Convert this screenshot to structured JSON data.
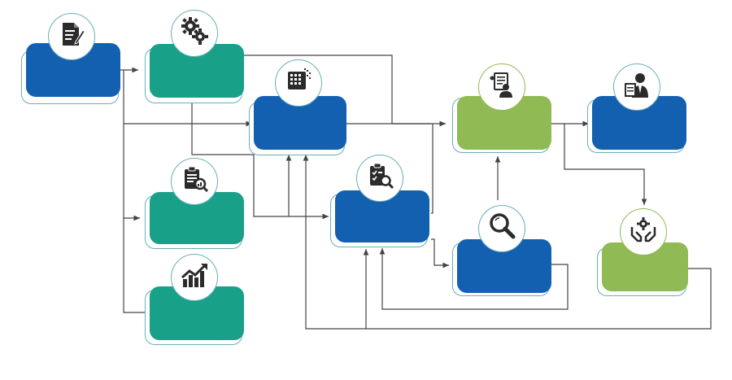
{
  "colors": {
    "blue": "#1460b0",
    "teal": "#18a088",
    "green": "#8fba54",
    "outline": "#6aaeb5",
    "connector": "#444444",
    "icon": "#2b2b2b"
  },
  "nodes": [
    {
      "id": "n1",
      "color": "blue",
      "icon": "document-edit-icon",
      "label": ""
    },
    {
      "id": "n2",
      "color": "teal",
      "icon": "gears-icon",
      "label": ""
    },
    {
      "id": "n3",
      "color": "blue",
      "icon": "data-grid-icon",
      "label": ""
    },
    {
      "id": "n4",
      "color": "teal",
      "icon": "clipboard-search-icon",
      "label": ""
    },
    {
      "id": "n5",
      "color": "teal",
      "icon": "growth-chart-icon",
      "label": ""
    },
    {
      "id": "n6",
      "color": "blue",
      "icon": "checklist-search-icon",
      "label": ""
    },
    {
      "id": "n7",
      "color": "green",
      "icon": "person-report-icon",
      "label": ""
    },
    {
      "id": "n8",
      "color": "blue",
      "icon": "magnifier-icon",
      "label": ""
    },
    {
      "id": "n9",
      "color": "blue",
      "icon": "businessman-icon",
      "label": ""
    },
    {
      "id": "n10",
      "color": "green",
      "icon": "hands-gear-icon",
      "label": ""
    }
  ]
}
